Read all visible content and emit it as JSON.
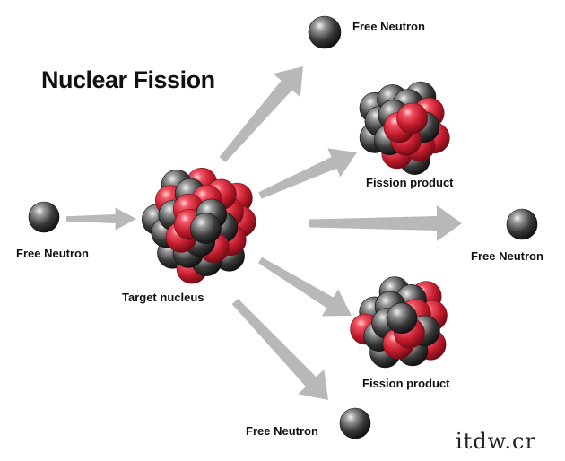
{
  "title": "Nuclear Fission",
  "labels": {
    "incoming_neutron": "Free Neutron",
    "target": "Target nucleus",
    "fission_product_top": "Fission product",
    "fission_product_bottom": "Fission product",
    "free_neutron_top": "Free Neutron",
    "free_neutron_right": "Free Neutron",
    "free_neutron_bottom": "Free Neutron"
  },
  "watermark": "itdw.cr",
  "colors": {
    "proton": "#d42a3a",
    "neutron": "#3c3c3c",
    "arrow": "#a8a8a8",
    "background": "#ffffff"
  }
}
